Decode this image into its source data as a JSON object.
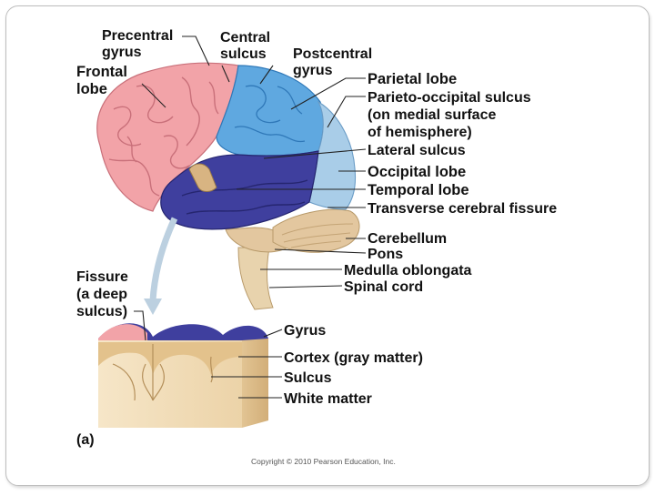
{
  "labels": {
    "precentral_gyrus": [
      "Precentral",
      "gyrus"
    ],
    "central_sulcus": [
      "Central",
      "sulcus"
    ],
    "postcentral_gyrus": [
      "Postcentral",
      "gyrus"
    ],
    "frontal_lobe": [
      "Frontal",
      "lobe"
    ],
    "parietal_lobe": "Parietal lobe",
    "parieto_occipital_sulcus": [
      "Parieto-occipital sulcus",
      "(on medial surface",
      "of hemisphere)"
    ],
    "lateral_sulcus": "Lateral sulcus",
    "occipital_lobe": "Occipital lobe",
    "temporal_lobe": "Temporal lobe",
    "transverse_fissure": "Transverse cerebral fissure",
    "cerebellum": "Cerebellum",
    "pons": "Pons",
    "medulla": "Medulla oblongata",
    "spinal_cord": "Spinal cord",
    "fissure": [
      "Fissure",
      "(a deep",
      "sulcus)"
    ],
    "gyrus": "Gyrus",
    "cortex": "Cortex (gray matter)",
    "sulcus": "Sulcus",
    "white_matter": "White matter",
    "panel": "(a)",
    "copyright": "Copyright © 2010 Pearson Education, Inc."
  },
  "colors": {
    "frontal": "#f2a3a8",
    "parietal": "#5fa8e0",
    "occipital": "#a9cde8",
    "temporal": "#3f3f9e",
    "cerebellum": "#e3c79f",
    "brainstem": "#e6cfa8",
    "white_matter": "#f4e4c4",
    "cortex_tissue": "#e3c28c"
  }
}
